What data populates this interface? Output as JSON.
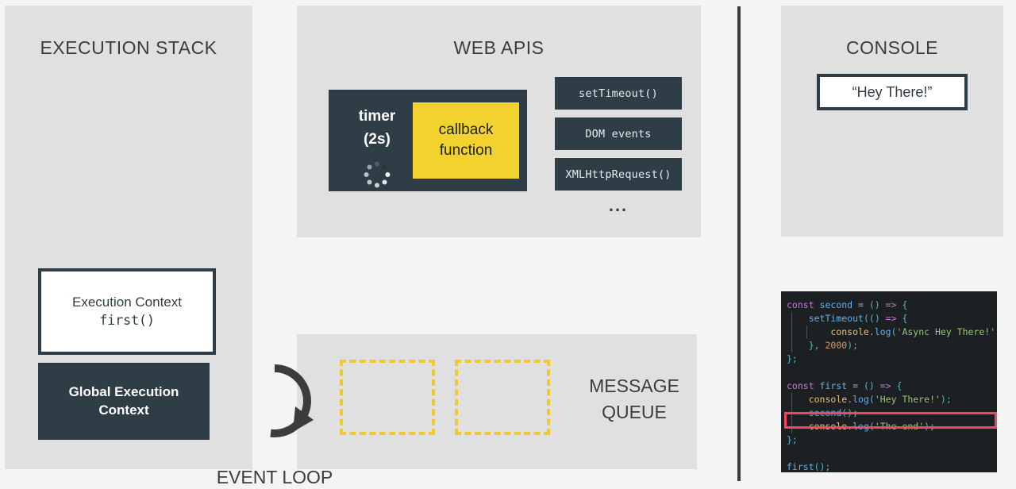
{
  "execution_stack": {
    "title": "EXECUTION STACK",
    "contexts": [
      {
        "label": "Execution Context",
        "fn": "first()"
      },
      {
        "label": "Global Execution",
        "label2": "Context"
      }
    ]
  },
  "web_apis": {
    "title": "WEB APIS",
    "timer": {
      "label": "timer",
      "duration": "(2s)",
      "spinner_icon": "loading-spinner-icon"
    },
    "callback": {
      "line1": "callback",
      "line2": "function"
    },
    "chips": [
      "setTimeout()",
      "DOM events",
      "XMLHttpRequest()"
    ],
    "ellipsis": "..."
  },
  "message_queue": {
    "label_line1": "MESSAGE",
    "label_line2": "QUEUE",
    "slots": [
      "",
      ""
    ]
  },
  "event_loop": {
    "label": "EVENT LOOP",
    "icon": "circular-arrow-icon"
  },
  "console": {
    "title": "CONSOLE",
    "messages": [
      "“Hey There!”"
    ]
  },
  "code": {
    "highlighted_line": "console.log('The end');",
    "lines": [
      [
        {
          "t": "const ",
          "c": "kw"
        },
        {
          "t": "second ",
          "c": "fn"
        },
        {
          "t": "= ",
          "c": "plain"
        },
        {
          "t": "() ",
          "c": "punc"
        },
        {
          "t": "=> ",
          "c": "kw"
        },
        {
          "t": "{",
          "c": "punc"
        }
      ],
      [
        {
          "t": "    ",
          "c": "plain"
        },
        {
          "t": "setTimeout",
          "c": "fn"
        },
        {
          "t": "(",
          "c": "punc"
        },
        {
          "t": "() ",
          "c": "punc"
        },
        {
          "t": "=> ",
          "c": "kw"
        },
        {
          "t": "{",
          "c": "punc"
        }
      ],
      [
        {
          "t": "        ",
          "c": "plain"
        },
        {
          "t": "console",
          "c": "prop"
        },
        {
          "t": ".",
          "c": "plain"
        },
        {
          "t": "log",
          "c": "fn"
        },
        {
          "t": "(",
          "c": "punc"
        },
        {
          "t": "'Async Hey There!'",
          "c": "str"
        },
        {
          "t": ");",
          "c": "punc"
        }
      ],
      [
        {
          "t": "    ",
          "c": "plain"
        },
        {
          "t": "}, ",
          "c": "punc"
        },
        {
          "t": "2000",
          "c": "num"
        },
        {
          "t": ");",
          "c": "punc"
        }
      ],
      [
        {
          "t": "};",
          "c": "punc"
        }
      ],
      [
        {
          "t": "",
          "c": "plain"
        }
      ],
      [
        {
          "t": "const ",
          "c": "kw"
        },
        {
          "t": "first ",
          "c": "fn"
        },
        {
          "t": "= ",
          "c": "plain"
        },
        {
          "t": "() ",
          "c": "punc"
        },
        {
          "t": "=> ",
          "c": "kw"
        },
        {
          "t": "{",
          "c": "punc"
        }
      ],
      [
        {
          "t": "    ",
          "c": "plain"
        },
        {
          "t": "console",
          "c": "prop"
        },
        {
          "t": ".",
          "c": "plain"
        },
        {
          "t": "log",
          "c": "fn"
        },
        {
          "t": "(",
          "c": "punc"
        },
        {
          "t": "'Hey There!'",
          "c": "str"
        },
        {
          "t": ");",
          "c": "punc"
        }
      ],
      [
        {
          "t": "    ",
          "c": "plain"
        },
        {
          "t": "second",
          "c": "fn"
        },
        {
          "t": "();",
          "c": "punc"
        }
      ],
      [
        {
          "t": "    ",
          "c": "plain"
        },
        {
          "t": "console",
          "c": "prop"
        },
        {
          "t": ".",
          "c": "plain"
        },
        {
          "t": "log",
          "c": "fn"
        },
        {
          "t": "(",
          "c": "punc"
        },
        {
          "t": "'The end'",
          "c": "str"
        },
        {
          "t": ");",
          "c": "punc"
        }
      ],
      [
        {
          "t": "};",
          "c": "punc"
        }
      ],
      [
        {
          "t": "",
          "c": "plain"
        }
      ],
      [
        {
          "t": "first",
          "c": "fn"
        },
        {
          "t": "();",
          "c": "punc"
        }
      ]
    ]
  },
  "colors": {
    "panel_bg": "#e0e0e0",
    "page_bg": "#f4f4f4",
    "dark": "#2f3d46",
    "yellow": "#f2d22e",
    "queue_dash": "#f2c830",
    "highlight_red": "#f4465f",
    "code_bg": "#1c2022"
  },
  "watermark": ""
}
